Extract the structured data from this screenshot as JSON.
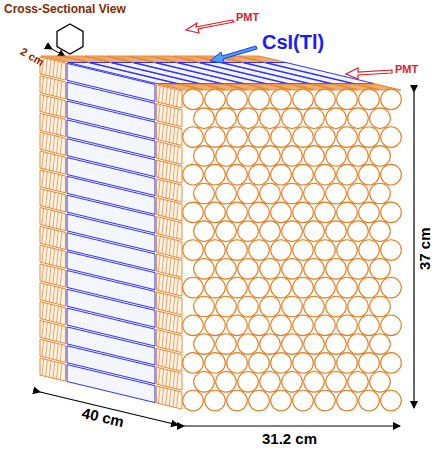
{
  "diagram": {
    "labels": [
      "Cross-Sectional View",
      "2 cm",
      "PMT",
      "CsI(Tl)",
      "PMT",
      "37 cm",
      "40 cm",
      "31.2 cm"
    ]
  }
}
